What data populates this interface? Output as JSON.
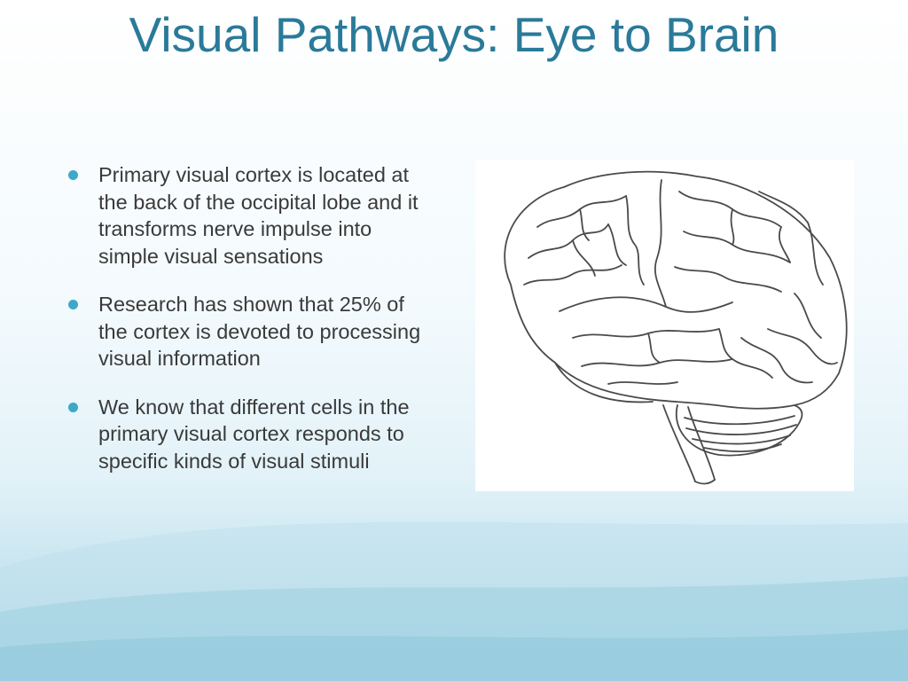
{
  "slide": {
    "title": "Visual Pathways:  Eye to Brain",
    "bullets": [
      "Primary visual cortex is located at the back of the occipital lobe and it transforms nerve impulse into simple visual sensations",
      "Research has shown that 25% of the cortex is devoted to processing visual information",
      "We know that different cells in the primary visual cortex responds to specific kinds of visual stimuli"
    ]
  },
  "theme": {
    "title_color": "#2a7a99",
    "bullet_color": "#3da8c8",
    "text_color": "#3a3a3a",
    "background_accent": "#a5d3e2"
  },
  "image": {
    "subject": "brain-illustration"
  }
}
